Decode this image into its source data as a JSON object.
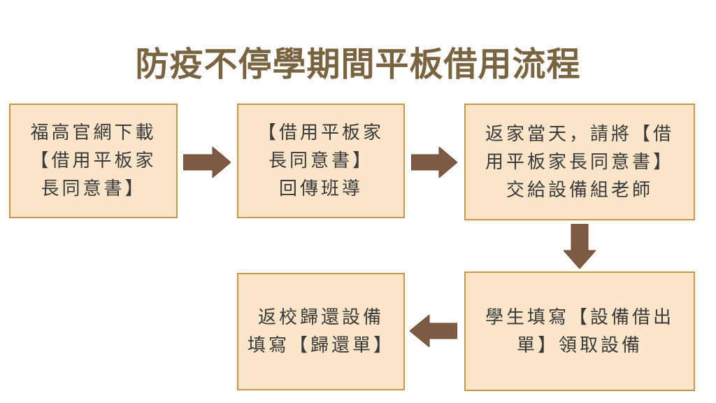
{
  "title": "防疫不停學期間平板借用流程",
  "steps": [
    {
      "text": "福高官網下載\n【借用平板家\n長同意書】"
    },
    {
      "text": "【借用平板家\n長同意書】\n回傳班導"
    },
    {
      "text": "返家當天，請將【借\n用平板家長同意書】\n交給設備組老師"
    },
    {
      "text": "學生填寫【設備借出\n單】領取設備"
    },
    {
      "text": "返校歸還設備\n填寫【歸還單】"
    }
  ],
  "colors": {
    "box_fill": "#fbe5c8",
    "box_border": "#c9974b",
    "arrow": "#7f5a42",
    "title": "#7a6440"
  },
  "icons": {
    "arrow_right": "arrow-right-icon",
    "arrow_down": "arrow-down-icon",
    "arrow_left": "arrow-left-icon"
  }
}
